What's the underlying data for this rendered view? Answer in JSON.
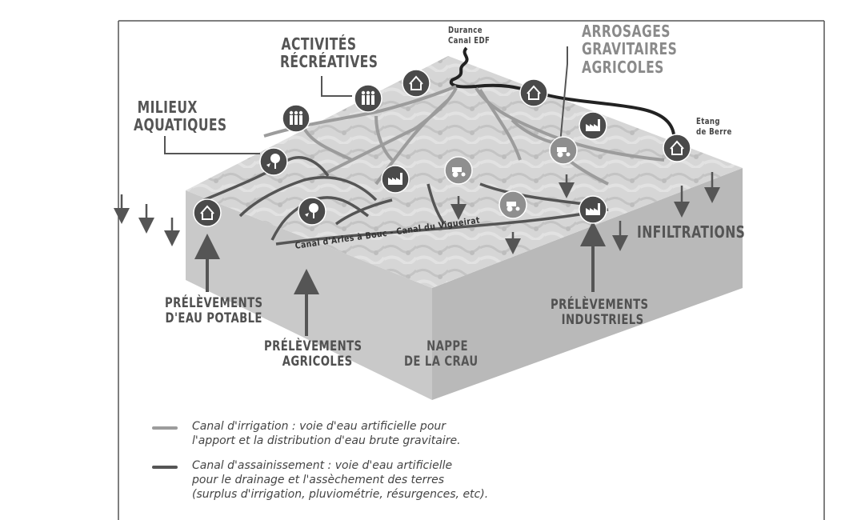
{
  "colors": {
    "irrigation": "#9c9c9c",
    "drainage": "#555555",
    "river": "#222222",
    "top_surface": "#d8d8d8",
    "side_light": "#c8c8c8",
    "side_dark": "#b4b4b4",
    "icon_fill": "#4a4a4a",
    "arrow": "#555555"
  },
  "labels": {
    "durance": [
      "Durance",
      "Canal EDF"
    ],
    "activites": [
      "ACTIVITÉS",
      "RÉCRÉATIVES"
    ],
    "arrosages": [
      "ARROSAGES",
      "GRAVITAIRES",
      "AGRICOLES"
    ],
    "milieux": [
      "MILIEUX",
      "AQUATIQUES"
    ],
    "etang": [
      "Etang",
      "de Berre"
    ],
    "canal_arles": "Canal d'Arles à Bouc - Canal du Vigueirat",
    "infiltrations": "INFILTRATIONS",
    "prel_potable": [
      "PRÉLÈVEMENTS",
      "D'EAU POTABLE"
    ],
    "prel_agricoles": [
      "PRÉLÈVEMENTS",
      "AGRICOLES"
    ],
    "nappe": [
      "NAPPE",
      "DE LA CRAU"
    ],
    "prel_industriels": [
      "PRÉLÈVEMENTS",
      "INDUSTRIELS"
    ]
  },
  "legend": [
    {
      "kind": "irrigation",
      "lines": [
        "Canal d'irrigation : voie d'eau artificielle pour",
        "l'apport et la distribution d'eau brute gravitaire."
      ]
    },
    {
      "kind": "drainage",
      "lines": [
        "Canal d'assainissement : voie d'eau artificielle",
        "pour le drainage et l'assèchement des terres",
        "(surplus d'irrigation, pluviométrie, résurgences, etc)."
      ]
    }
  ],
  "icons": [
    "house-icon",
    "people-icon",
    "tree-icon",
    "factory-icon",
    "tractor-icon"
  ]
}
